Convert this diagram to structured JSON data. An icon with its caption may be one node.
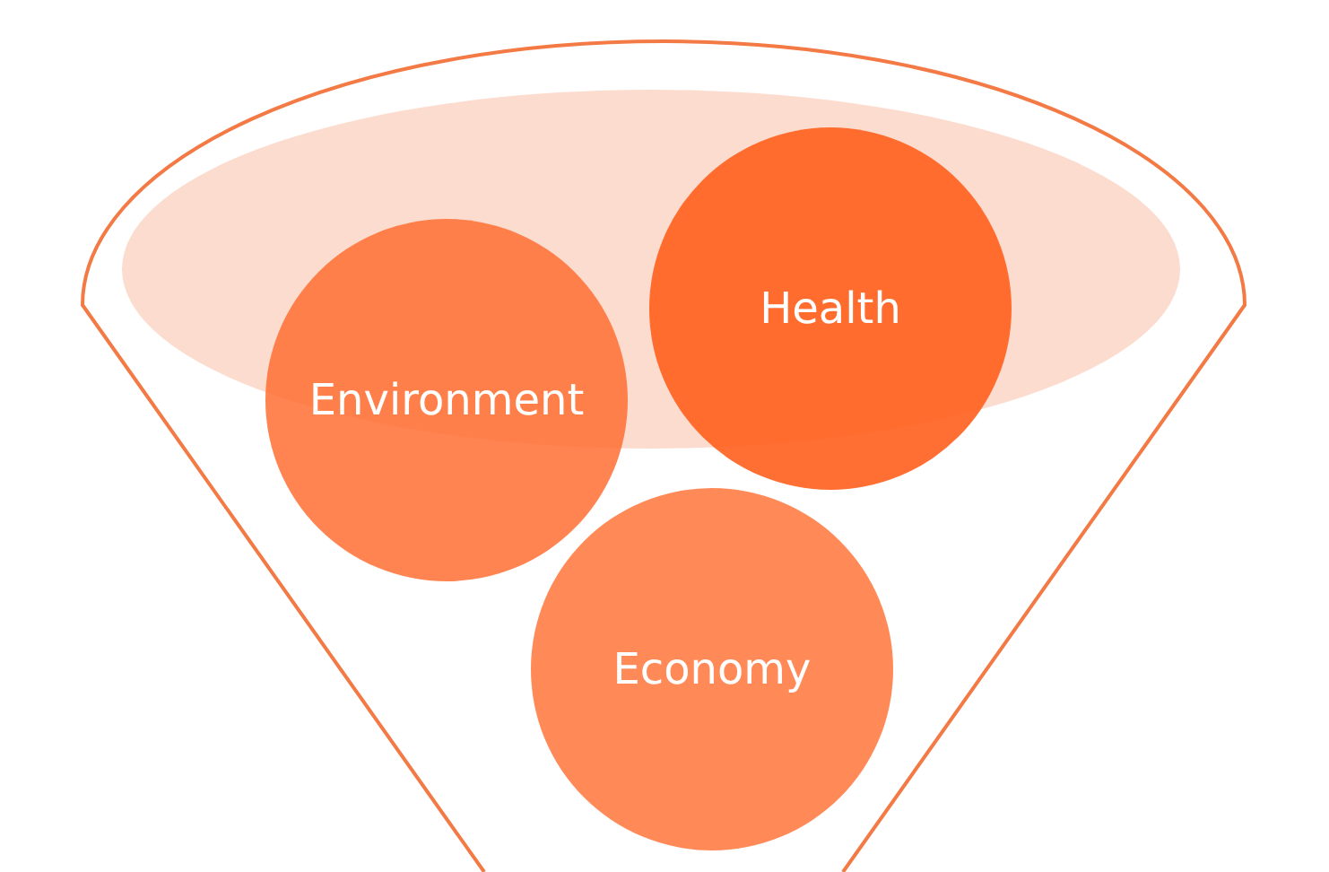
{
  "diagram": {
    "nodes": [
      {
        "text": [],
        "shape": "funnel"
      },
      {
        "text": [
          "Environment"
        ],
        "in": 0
      },
      {
        "text": [
          "Health"
        ],
        "in": 0
      },
      {
        "text": [
          "Economy"
        ],
        "in": 0
      }
    ],
    "edges": []
  }
}
